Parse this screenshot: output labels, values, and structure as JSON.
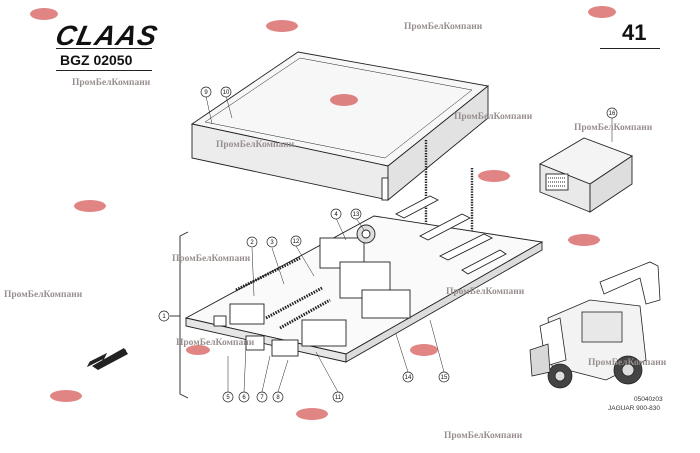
{
  "header": {
    "brand": "CLAAS",
    "code": "BGZ 02050",
    "page_number": "41"
  },
  "watermarks": [
    "ПромБелКомпани",
    "ПромБелКомпани",
    "ПромБелКомпани",
    "ПромБелКомпани",
    "ПромБелКомпани",
    "ПромБелКомпани",
    "ПромБелКомпани",
    "ПромБелКомпани",
    "ПромБелКомпани",
    "ПромБелКомпани",
    "ПромБелКомпани"
  ],
  "callouts": [
    "1",
    "2",
    "3",
    "4",
    "5",
    "6",
    "7",
    "8",
    "9",
    "10",
    "11",
    "12",
    "13",
    "14",
    "15",
    "16"
  ],
  "drawing": {
    "drawing_number": "05040z03",
    "model": "JAGUAR 900-830"
  },
  "colors": {
    "line": "#222222",
    "watermark": "#9a8f8f",
    "logo_red": "#c8201f"
  }
}
